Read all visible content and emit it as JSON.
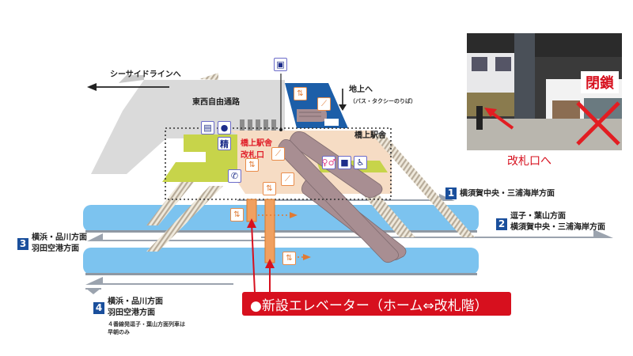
{
  "directions": {
    "seaside_line": "シーサイドラインへ",
    "ground": "地上へ",
    "ground_sub": "（バス・タクシーのりば）"
  },
  "areas": {
    "concourse": "東西自由通路",
    "station_building": "橋上駅舎",
    "gate_line1": "橋上駅舎",
    "gate_line2": "改札口"
  },
  "tracks": [
    {
      "number": "1",
      "lines": [
        "横須賀中央・三浦海岸方面"
      ]
    },
    {
      "number": "2",
      "lines": [
        "逗子・葉山方面",
        "横須賀中央・三浦海岸方面"
      ]
    },
    {
      "number": "3",
      "lines": [
        "横浜・品川方面",
        "羽田空港方面"
      ]
    },
    {
      "number": "4",
      "lines": [
        "横浜・品川方面",
        "羽田空港方面"
      ],
      "note_lines": [
        "４番線発逗子・葉山方面列車は",
        "早朝のみ"
      ]
    }
  ],
  "icons": {
    "ticket_office": "ticket-office-icon",
    "staff": "staff-icon",
    "fare_adjust": "精",
    "phone": "✆",
    "coin_locker": "coin-locker-icon",
    "toilet": "toilet-icon",
    "nursing": "nursing-room-icon",
    "wheelchair": "♿"
  },
  "callout": {
    "text": "●新設エレベーター（ホーム⇔改札階）"
  },
  "photo": {
    "closed_label": "閉鎖",
    "caption": "改札口へ"
  },
  "colors": {
    "platform": "#7cc3ef",
    "concourse": "#d9d9d9",
    "station_floor": "#f6dcc4",
    "ground_exit": "#1c5ea8",
    "green_area": "#c7d44a",
    "elevator": "#f0a060",
    "escalator": "#a88e92",
    "stairs": "#d2c8b8",
    "callout_red": "#d7101e",
    "track_badge": "#1a4f9c"
  }
}
